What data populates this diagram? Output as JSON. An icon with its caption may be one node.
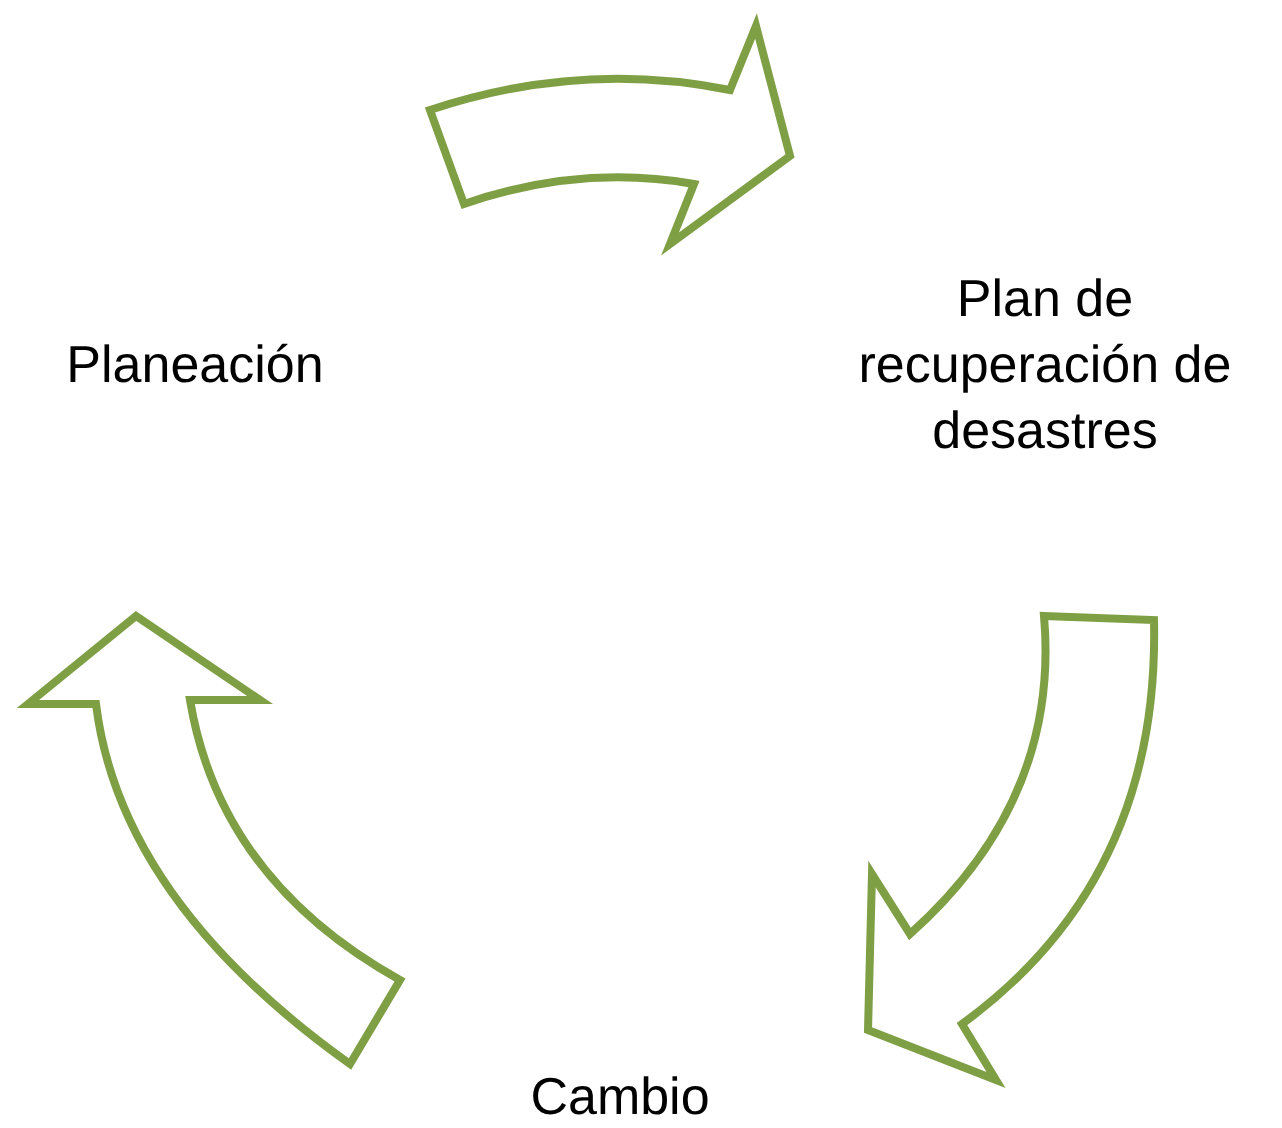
{
  "diagram": {
    "nodes": [
      {
        "text": [
          "Planeación"
        ]
      },
      {
        "text": [
          "Plan de recuperación de desastres"
        ]
      },
      {
        "text": [
          "Cambio"
        ]
      }
    ],
    "edges": [
      {
        "from": 0,
        "to": 1,
        "arrow": "to"
      },
      {
        "from": 1,
        "to": 2,
        "arrow": "to"
      },
      {
        "from": 2,
        "to": 0,
        "arrow": "to"
      }
    ]
  }
}
